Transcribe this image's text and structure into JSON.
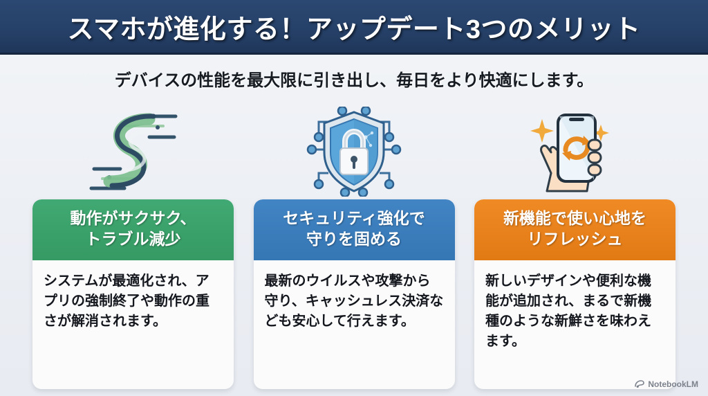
{
  "header": {
    "title": "スマホが進化する！アップデート3つのメリット",
    "background_color": "#264169",
    "text_color": "#ffffff"
  },
  "subtitle": "デバイスの性能を最大限に引き出し、毎日をより快適にします。",
  "columns": [
    {
      "icon": "speed-s-curve-icon",
      "accent_color": "#3aa069",
      "header": "動作がサクサク、\nトラブル減少",
      "header_line1": "動作がサクサク、",
      "header_line2": "トラブル減少",
      "body": "システムが最適化され、アプリの強制終了や動作の重さが解消されます。"
    },
    {
      "icon": "shield-lock-icon",
      "accent_color": "#3a7cbd",
      "header": "セキュリティ強化で\n守りを固める",
      "header_line1": "セキュリティ強化で",
      "header_line2": "守りを固める",
      "body": "最新のウイルスや攻撃から守り、キャッシュレス決済なども安心して行えます。"
    },
    {
      "icon": "hand-phone-refresh-icon",
      "accent_color": "#e8801f",
      "header": "新機能で使い心地を\nリフレッシュ",
      "header_line1": "新機能で使い心地を",
      "header_line2": "リフレッシュ",
      "body": "新しいデザインや便利な機能が追加され、まるで新機種のような新鮮さを味わえます。"
    }
  ],
  "watermark": {
    "label": "NotebookLM",
    "icon": "notebooklm-logo-icon"
  }
}
